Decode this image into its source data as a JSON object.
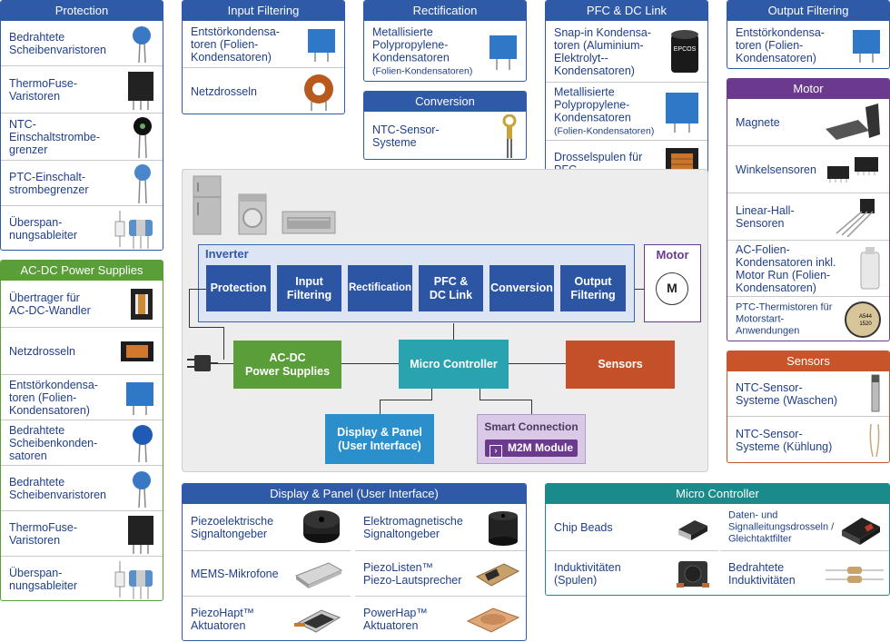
{
  "protection": {
    "title": "Protection",
    "items": [
      {
        "label": "Bedrahtete\nScheibenvaristoren"
      },
      {
        "label": "ThermoFuse-\nVaristoren"
      },
      {
        "label": "NTC-\nEinschaltstrombe-\ngrenzer"
      },
      {
        "label": "PTC-Einschalt-\nstrombegrenzer"
      },
      {
        "label": "Überspan-\nnungsableiter"
      }
    ]
  },
  "acdc": {
    "title": "AC-DC Power Supplies",
    "items": [
      {
        "label": "Übertrager für\nAC-DC-Wandler"
      },
      {
        "label": "Netzdrosseln"
      },
      {
        "label": "Entstörkondensa-\ntoren (Folien-\nKondensatoren)"
      },
      {
        "label": "Bedrahtete\nScheibenkonden-\nsatoren"
      },
      {
        "label": "Bedrahtete\nScheibenvaristoren"
      },
      {
        "label": "ThermoFuse-\nVaristoren"
      },
      {
        "label": "Überspan-\nnungsableiter"
      }
    ]
  },
  "input": {
    "title": "Input Filtering",
    "items": [
      {
        "label": "Entstörkondensa-\ntoren (Folien-\nKondensatoren)"
      },
      {
        "label": "Netzdrosseln"
      }
    ]
  },
  "rect": {
    "title": "Rectification",
    "line1": "Metallisierte\nPolypropylene-\nKondensatoren",
    "line2": "(Folien-Kondensatoren)"
  },
  "conv": {
    "title": "Conversion",
    "items": [
      {
        "label": "NTC-Sensor-\nSysteme"
      }
    ]
  },
  "pfc": {
    "title": "PFC & DC Link",
    "items": [
      {
        "label": "Snap-in Kondensa-\ntoren (Aluminium-\nElektrolyt--\nKondensatoren)"
      },
      {
        "label": "Metallisierte\nPolypropylene-\nKondensatoren",
        "sub": "(Folien-Kondensatoren)"
      },
      {
        "label": "Drosselspulen für\nPFC"
      }
    ],
    "cap_brand": "EPCOS"
  },
  "output": {
    "title": "Output Filtering",
    "items": [
      {
        "label": "Entstörkondensa-\ntoren (Folien-\nKondensatoren)"
      }
    ]
  },
  "motor": {
    "title": "Motor",
    "items": [
      {
        "label": "Magnete"
      },
      {
        "label": "Winkelsensoren"
      },
      {
        "label": "Linear-Hall-\nSensoren"
      },
      {
        "label": "AC-Folien-\nKondensatoren inkl.\nMotor Run (Folien-\nKondensatoren)"
      },
      {
        "label": "PTC-Thermistoren für\nMotorstart-\nAnwendungen"
      }
    ],
    "ptc_code1": "A544",
    "ptc_code2": "1520"
  },
  "sensors": {
    "title": "Sensors",
    "items": [
      {
        "label": "NTC-Sensor-\nSysteme (Waschen)"
      },
      {
        "label": "NTC-Sensor-\nSysteme (Kühlung)"
      }
    ]
  },
  "display": {
    "title": "Display & Panel (User Interface)",
    "items": [
      {
        "label": "Piezoelektrische\nSignaltongeber"
      },
      {
        "label": "Elektromagnetische\nSignaltongeber"
      },
      {
        "label": "MEMS-Mikrofone"
      },
      {
        "label": "PiezoListen™\nPiezo-Lautsprecher"
      },
      {
        "label": "PiezoHapt™\nAktuatoren"
      },
      {
        "label": "PowerHap™\nAktuatoren"
      }
    ]
  },
  "micro": {
    "title": "Micro Controller",
    "items": [
      {
        "label": "Chip Beads"
      },
      {
        "label": "Daten- und\nSignalleitungsdrosseln /\nGleichtaktfilter"
      },
      {
        "label": "Induktivitäten\n(Spulen)"
      },
      {
        "label": "Bedrahtete\nInduktivitäten"
      }
    ]
  },
  "diagram": {
    "inverter": "Inverter",
    "blocks": [
      "Protection",
      "Input\nFiltering",
      "Rectification",
      "PFC &\nDC Link",
      "Conversion",
      "Output\nFiltering"
    ],
    "motor": "Motor",
    "motor_symbol": "M",
    "acdc": "AC-DC\nPower Supplies",
    "mcu": "Micro Controller",
    "sensors": "Sensors",
    "display": "Display & Panel\n(User Interface)",
    "smart": "Smart Connection",
    "m2m": "M2M Module"
  },
  "colors": {
    "blue": "#2f5aa8",
    "green": "#5a9e3a",
    "purple": "#6b3a8e",
    "orange": "#c8552a",
    "teal": "#1a8a8a",
    "mcu": "#2aa3b0",
    "sensors": "#c4502a",
    "display": "#2b8fcc"
  }
}
